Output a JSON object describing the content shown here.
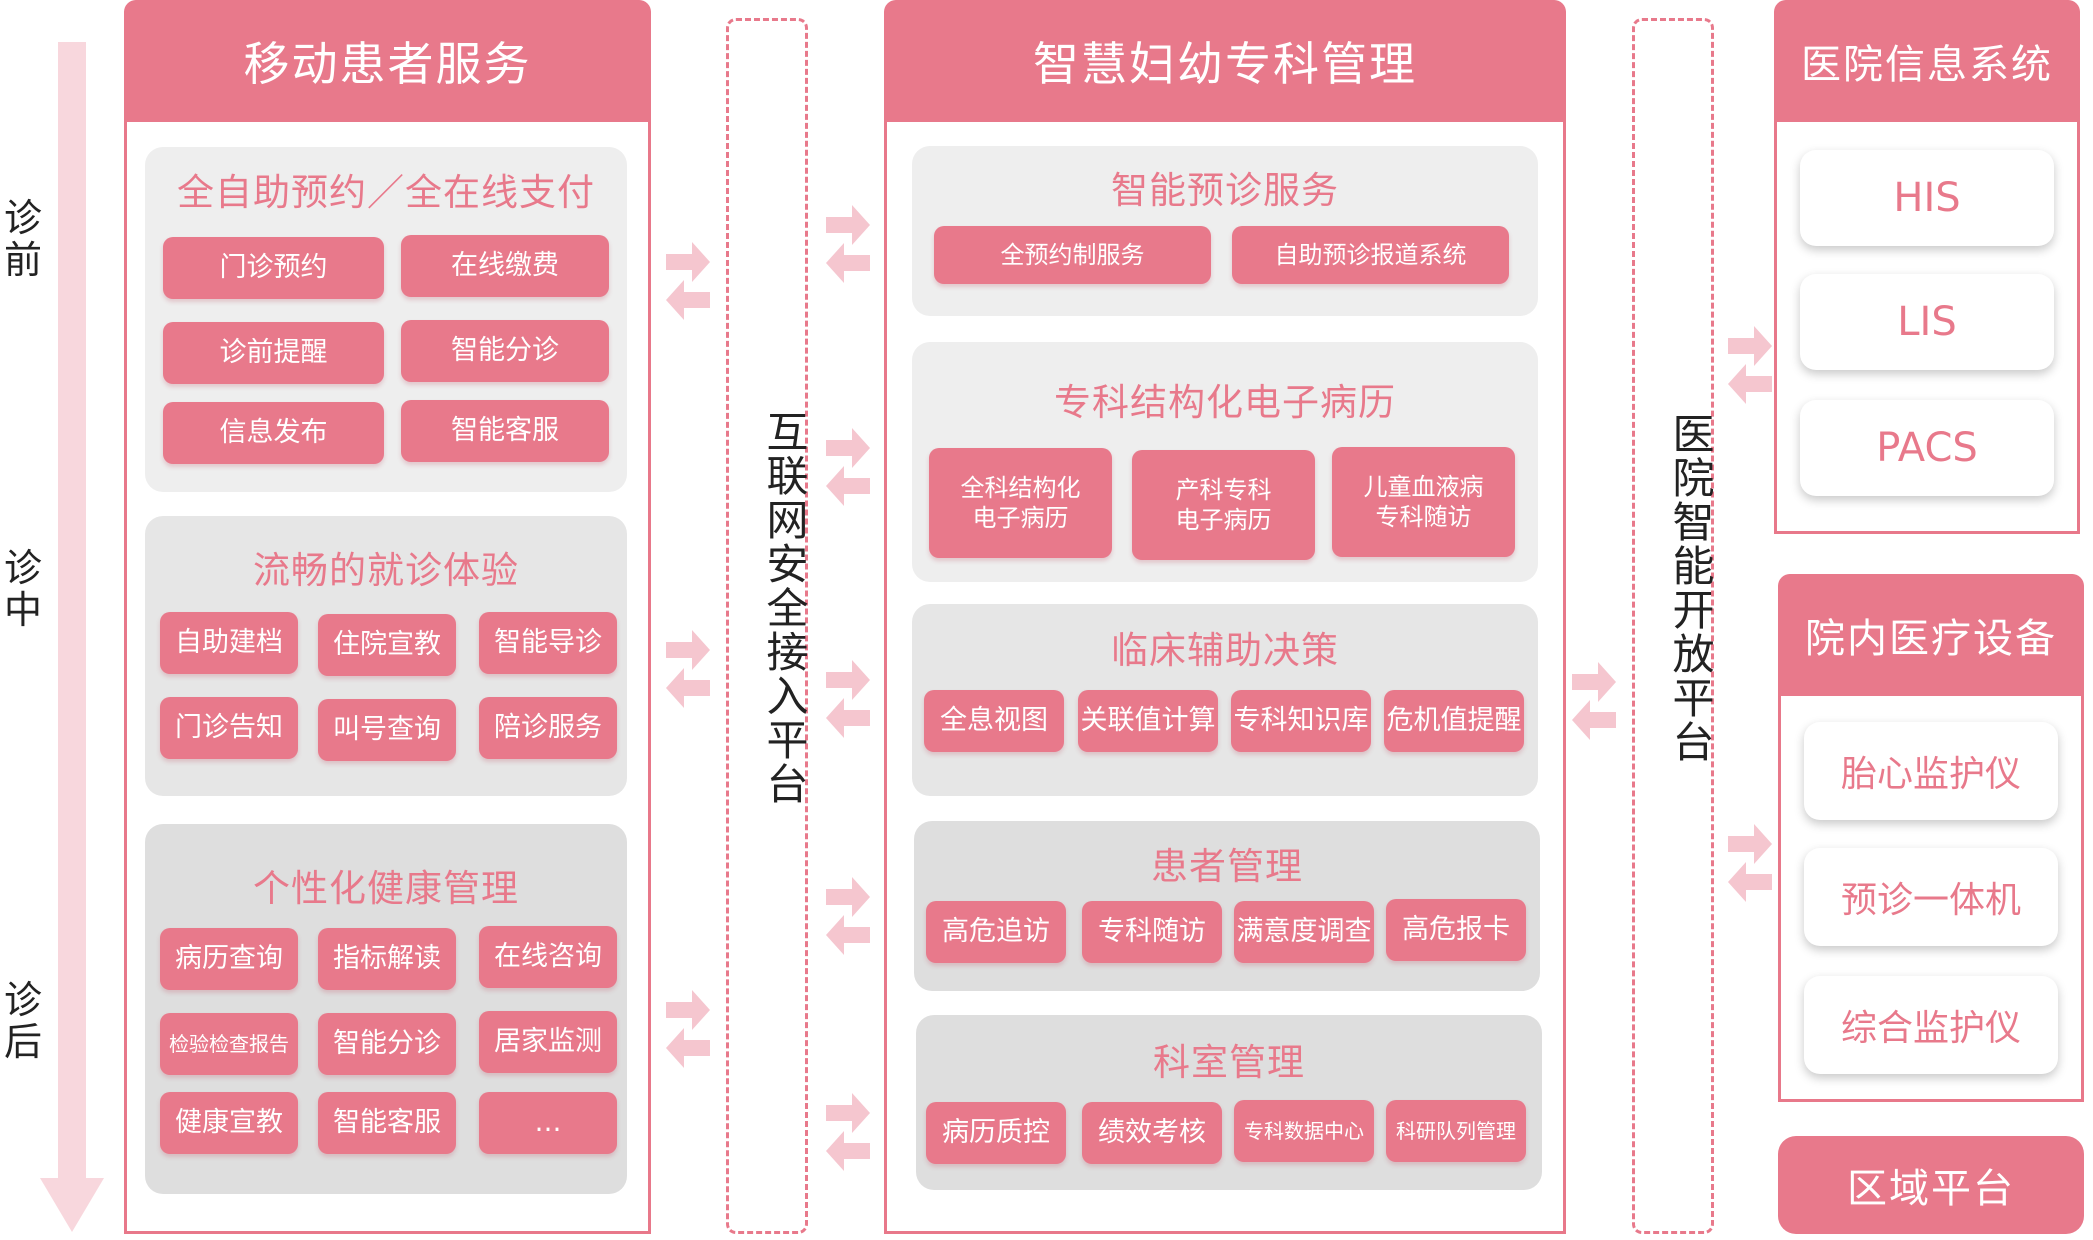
{
  "phases": [
    "诊前",
    "诊中",
    "诊后"
  ],
  "left_panel": {
    "title": "移动患者服务",
    "sections": [
      {
        "title": "全自助预约／全在线支付",
        "items": [
          "门诊预约",
          "在线缴费",
          "诊前提醒",
          "智能分诊",
          "信息发布",
          "智能客服"
        ]
      },
      {
        "title": "流畅的就诊体验",
        "items": [
          "自助建档",
          "住院宣教",
          "智能导诊",
          "门诊告知",
          "叫号查询",
          "陪诊服务"
        ]
      },
      {
        "title": "个性化健康管理",
        "items": [
          "病历查询",
          "指标解读",
          "在线咨询",
          "检验检查报告",
          "智能分诊",
          "居家监测",
          "健康宣教",
          "智能客服",
          "…"
        ]
      }
    ]
  },
  "internet_platform": "互联网安全接入平台",
  "center_panel": {
    "title": "智慧妇幼专科管理",
    "sections": [
      {
        "title": "智能预诊服务",
        "items": [
          "全预约制服务",
          "自助预诊报道系统"
        ]
      },
      {
        "title": "专科结构化电子病历",
        "items": [
          "全科结构化\n电子病历",
          "产科专科\n电子病历",
          "儿童血液病\n专科随访"
        ]
      },
      {
        "title": "临床辅助决策",
        "items": [
          "全息视图",
          "关联值计算",
          "专科知识库",
          "危机值提醒"
        ]
      },
      {
        "title": "患者管理",
        "items": [
          "高危追访",
          "专科随访",
          "满意度调查",
          "高危报卡"
        ]
      },
      {
        "title": "科室管理",
        "items": [
          "病历质控",
          "绩效考核",
          "专科数据中心",
          "科研队列管理"
        ]
      }
    ]
  },
  "open_platform": "医院智能开放平台",
  "hospital_info": {
    "title": "医院信息系统",
    "items": [
      "HIS",
      "LIS",
      "PACS"
    ]
  },
  "devices": {
    "title": "院内医疗设备",
    "items": [
      "胎心监护仪",
      "预诊一体机",
      "综合监护仪"
    ]
  },
  "regional": "区域平台",
  "colors": {
    "accent": "#e8798b",
    "arrow": "#f5c6cf",
    "section_bg": "#eeeeee"
  }
}
